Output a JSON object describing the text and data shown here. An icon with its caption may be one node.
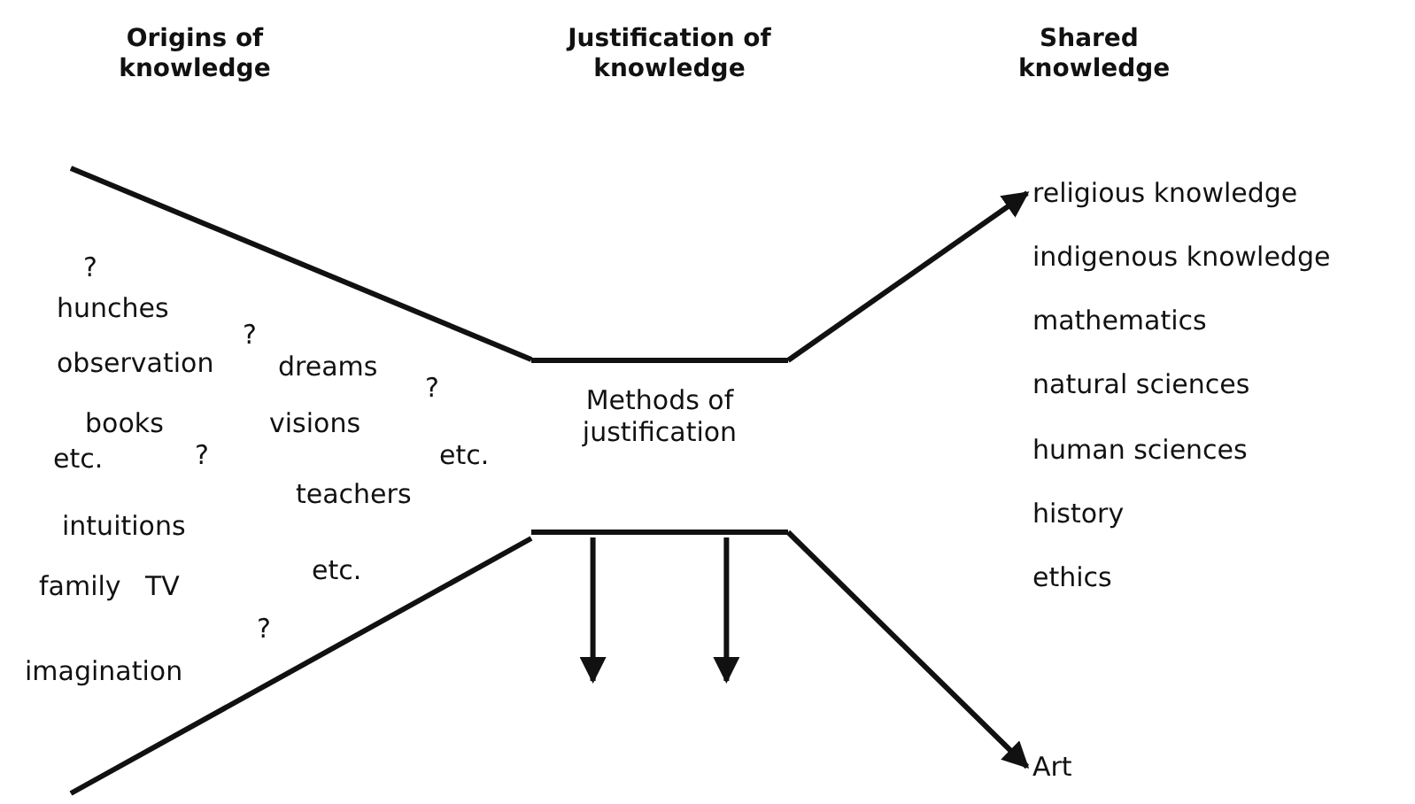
{
  "diagram": {
    "nodes": [
      {
        "text": [
          "Methods of justification"
        ]
      },
      {
        "text": [
          "religious knowledge"
        ]
      },
      {
        "text": [
          "Art"
        ]
      }
    ],
    "edges": [
      {
        "from": 0,
        "to": 1,
        "arrow": "to"
      },
      {
        "from": 0,
        "to": 2,
        "arrow": "to"
      },
      {
        "from": 0,
        "to": null,
        "arrow": "to"
      },
      {
        "from": 0,
        "to": null,
        "arrow": "to"
      }
    ],
    "labels": [
      "Origins of knowledge",
      "Justification of knowledge",
      "Shared knowledge",
      "?",
      "hunches",
      "?",
      "observation",
      "dreams",
      "?",
      "books",
      "visions",
      "etc.",
      "?",
      "etc.",
      "teachers",
      "intuitions",
      "family",
      "TV",
      "etc.",
      "?",
      "imagination",
      "indigenous knowledge",
      "mathematics",
      "natural sciences",
      "human sciences",
      "history",
      "ethics"
    ]
  }
}
